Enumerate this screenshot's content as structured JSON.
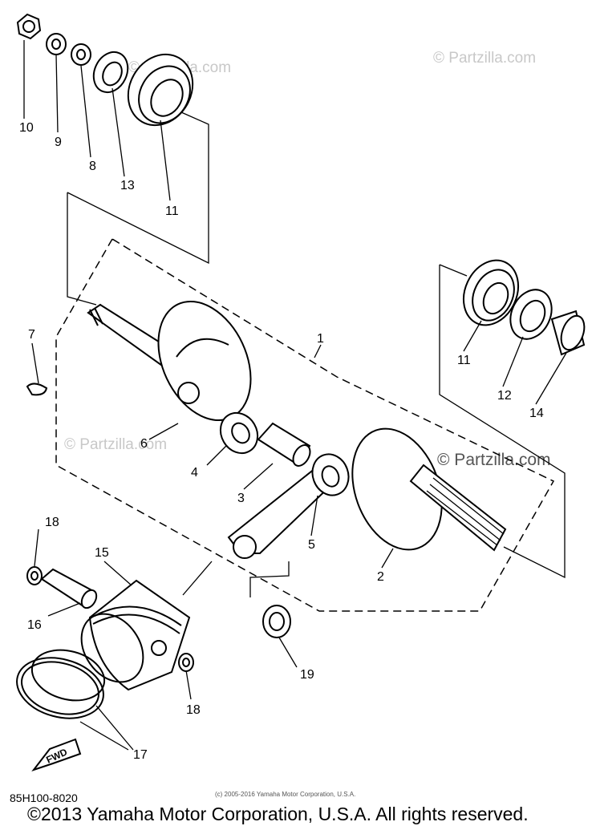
{
  "watermarks": [
    "© Partzilla.com",
    "© Partzilla.com",
    "© Partzilla.com",
    "© Partzilla.com"
  ],
  "callouts": {
    "c10": "10",
    "c9": "9",
    "c8": "8",
    "c13": "13",
    "c11a": "11",
    "c11b": "11",
    "c12": "12",
    "c14": "14",
    "c1": "1",
    "c7": "7",
    "c6": "6",
    "c4": "4",
    "c3": "3",
    "c5": "5",
    "c2": "2",
    "c18a": "18",
    "c15": "15",
    "c16": "16",
    "c19": "19",
    "c18b": "18",
    "c17": "17"
  },
  "fwd_label": "FWD",
  "diagram_code": "85H100-8020",
  "small_copyright": "(c) 2005-2016 Yamaha Motor Corporation, U.S.A.",
  "copyright": "©2013 Yamaha Motor Corporation, U.S.A. All rights reserved."
}
